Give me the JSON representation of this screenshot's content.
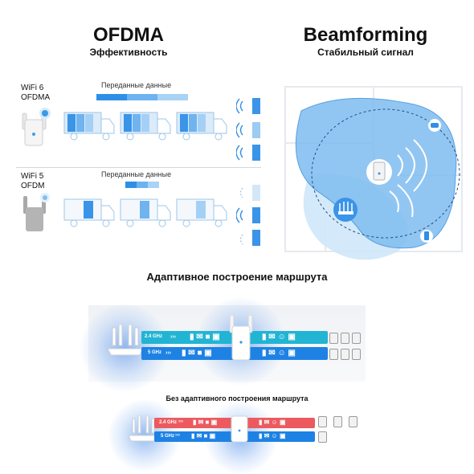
{
  "ofdma": {
    "title": "OFDMA",
    "subtitle": "Эффективность",
    "wifi6_label": "WiFi 6\nOFDMA",
    "wifi5_label": "WiFi 5\nOFDM",
    "data_label_top": "Переданные данные",
    "data_label_bottom": "Переданные данные"
  },
  "beamforming": {
    "title": "Beamforming",
    "subtitle": "Стабильный сигнал"
  },
  "routing": {
    "title": "Адаптивное построение маршрута",
    "no_adaptive_title": "Без адаптивного построения маршрута",
    "band_24": "2.4 GHz",
    "band_5": "5 GHz"
  },
  "colors": {
    "blue": "#1e8be6",
    "cyan": "#1fb7d6",
    "red": "#ec5a60",
    "light_blue": "#bcdcf7"
  }
}
